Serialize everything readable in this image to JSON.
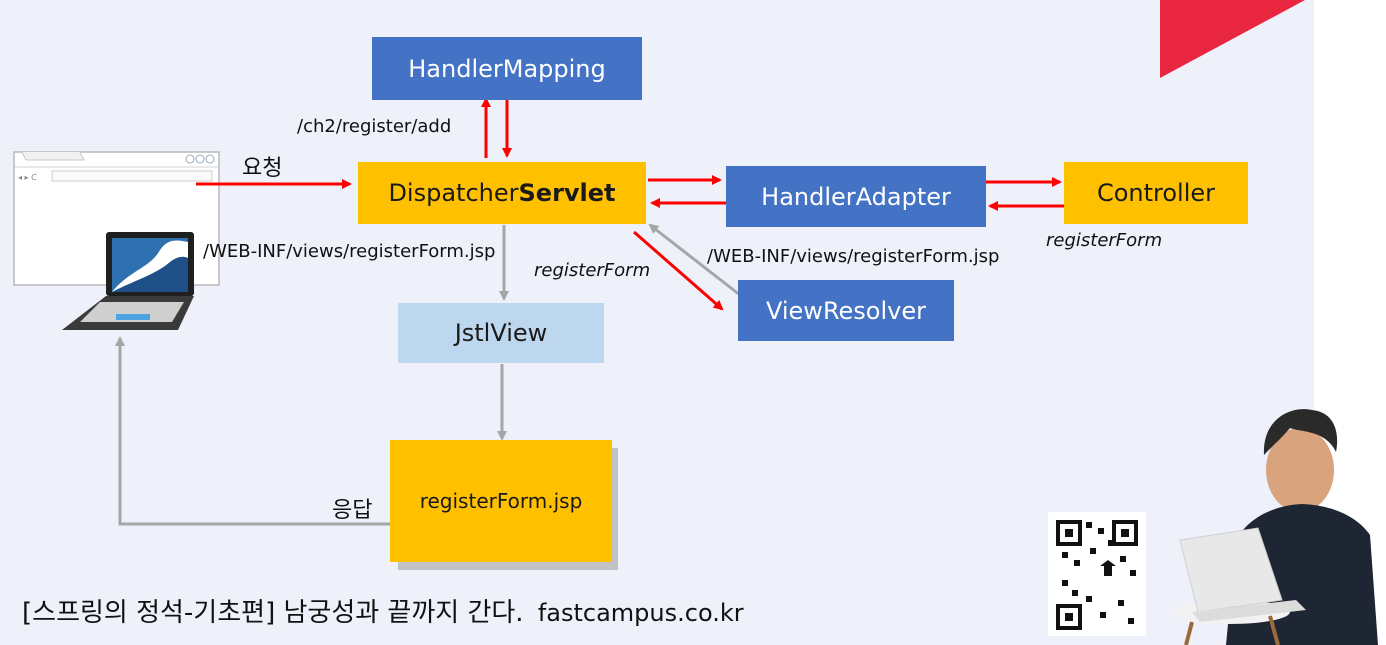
{
  "nodes": {
    "handler_mapping": "HandlerMapping",
    "dispatcher_prefix": "Dispatcher",
    "dispatcher_bold": "Servlet",
    "handler_adapter": "HandlerAdapter",
    "controller": "Controller",
    "view_resolver": "ViewResolver",
    "jstl_view": "JstlView",
    "register_form_jsp": "registerForm.jsp"
  },
  "labels": {
    "request_path": "/ch2/register/add",
    "request": "요청",
    "view_path_left": "/WEB-INF/views/registerForm.jsp",
    "view_name_left": "registerForm",
    "view_path_right": "/WEB-INF/views/registerForm.jsp",
    "view_name_controller": "registerForm",
    "response": "응답"
  },
  "footer": {
    "course_title": "[스프링의 정석-기초편] 남궁성과 끝까지 간다.",
    "url": "fastcampus.co.kr"
  },
  "colors": {
    "box_blue": "#4472c4",
    "box_yellow": "#ffc000",
    "box_light_blue": "#bdd7ee",
    "arrow_red": "#ff0000",
    "arrow_gray": "#a6a6a6",
    "brand_red": "#e8263f"
  }
}
